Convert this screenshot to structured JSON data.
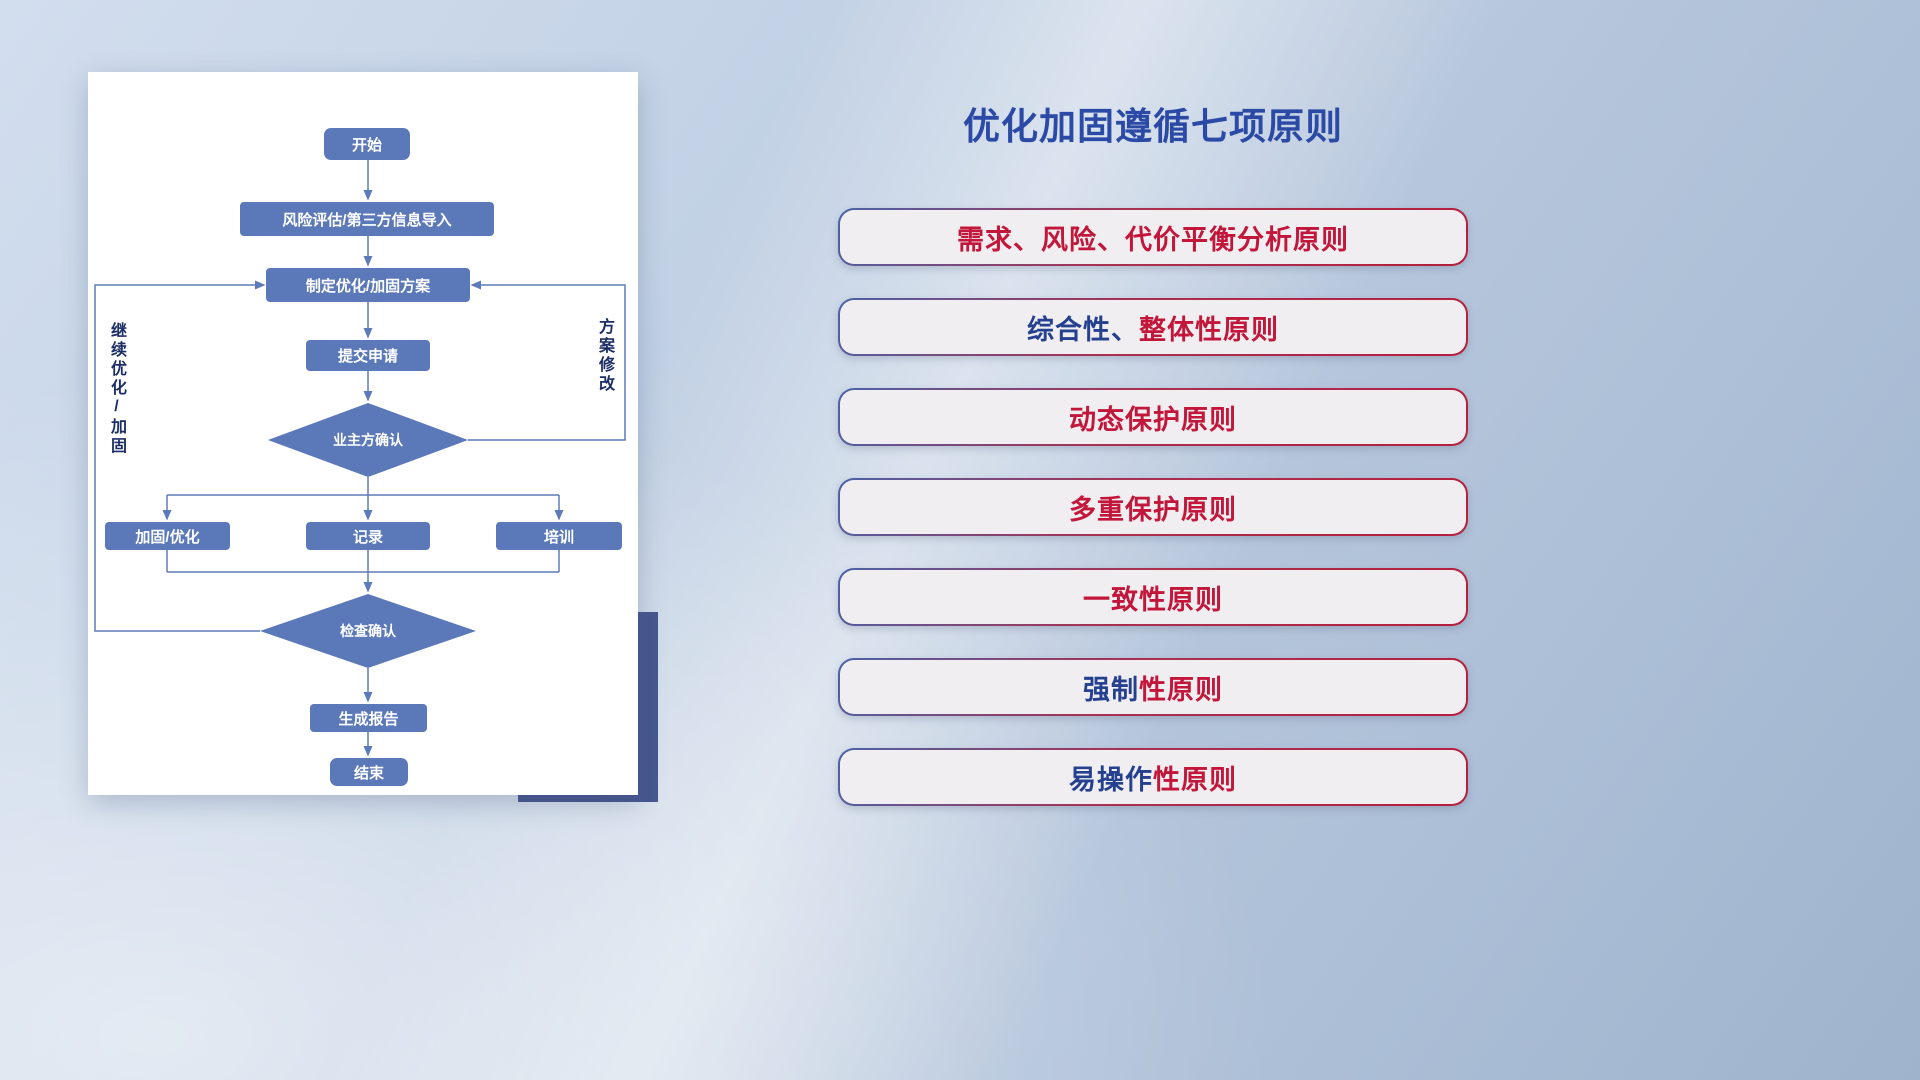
{
  "colors": {
    "title_blue": "#2b4aa6",
    "principle_blue": "#24408e",
    "principle_red": "#c2163a",
    "node_fill": "#5b79b9",
    "edge_line": "#5d7bba",
    "vlabel_navy": "#1c2e66"
  },
  "flowchart": {
    "nodes": {
      "start": "开始",
      "risk_import": "风险评估/第三方信息导入",
      "make_plan": "制定优化/加固方案",
      "submit": "提交申请",
      "owner_confirm": "业主方确认",
      "reinforce": "加固/优化",
      "record": "记录",
      "training": "培训",
      "check_confirm": "检查确认",
      "report": "生成报告",
      "end": "结束"
    },
    "edge_labels": {
      "continue_optimize": "继续优化/加固",
      "plan_modify": "方案修改"
    }
  },
  "panel": {
    "title": "优化加固遵循七项原则",
    "principles": [
      {
        "segments": [
          {
            "text": "需求、风险、代价平衡分析原则",
            "color": "#c2163a"
          }
        ]
      },
      {
        "segments": [
          {
            "text": "综合性、",
            "color": "#24408e"
          },
          {
            "text": "整体性原则",
            "color": "#c2163a"
          }
        ]
      },
      {
        "segments": [
          {
            "text": "动态保护原则",
            "color": "#c2163a"
          }
        ]
      },
      {
        "segments": [
          {
            "text": "多重保护原则",
            "color": "#c2163a"
          }
        ]
      },
      {
        "segments": [
          {
            "text": "一致性原则",
            "color": "#c2163a"
          }
        ]
      },
      {
        "segments": [
          {
            "text": "强制",
            "color": "#24408e"
          },
          {
            "text": "性原则",
            "color": "#c2163a"
          }
        ]
      },
      {
        "segments": [
          {
            "text": "易操作",
            "color": "#24408e"
          },
          {
            "text": "性原则",
            "color": "#c2163a"
          }
        ]
      }
    ]
  }
}
